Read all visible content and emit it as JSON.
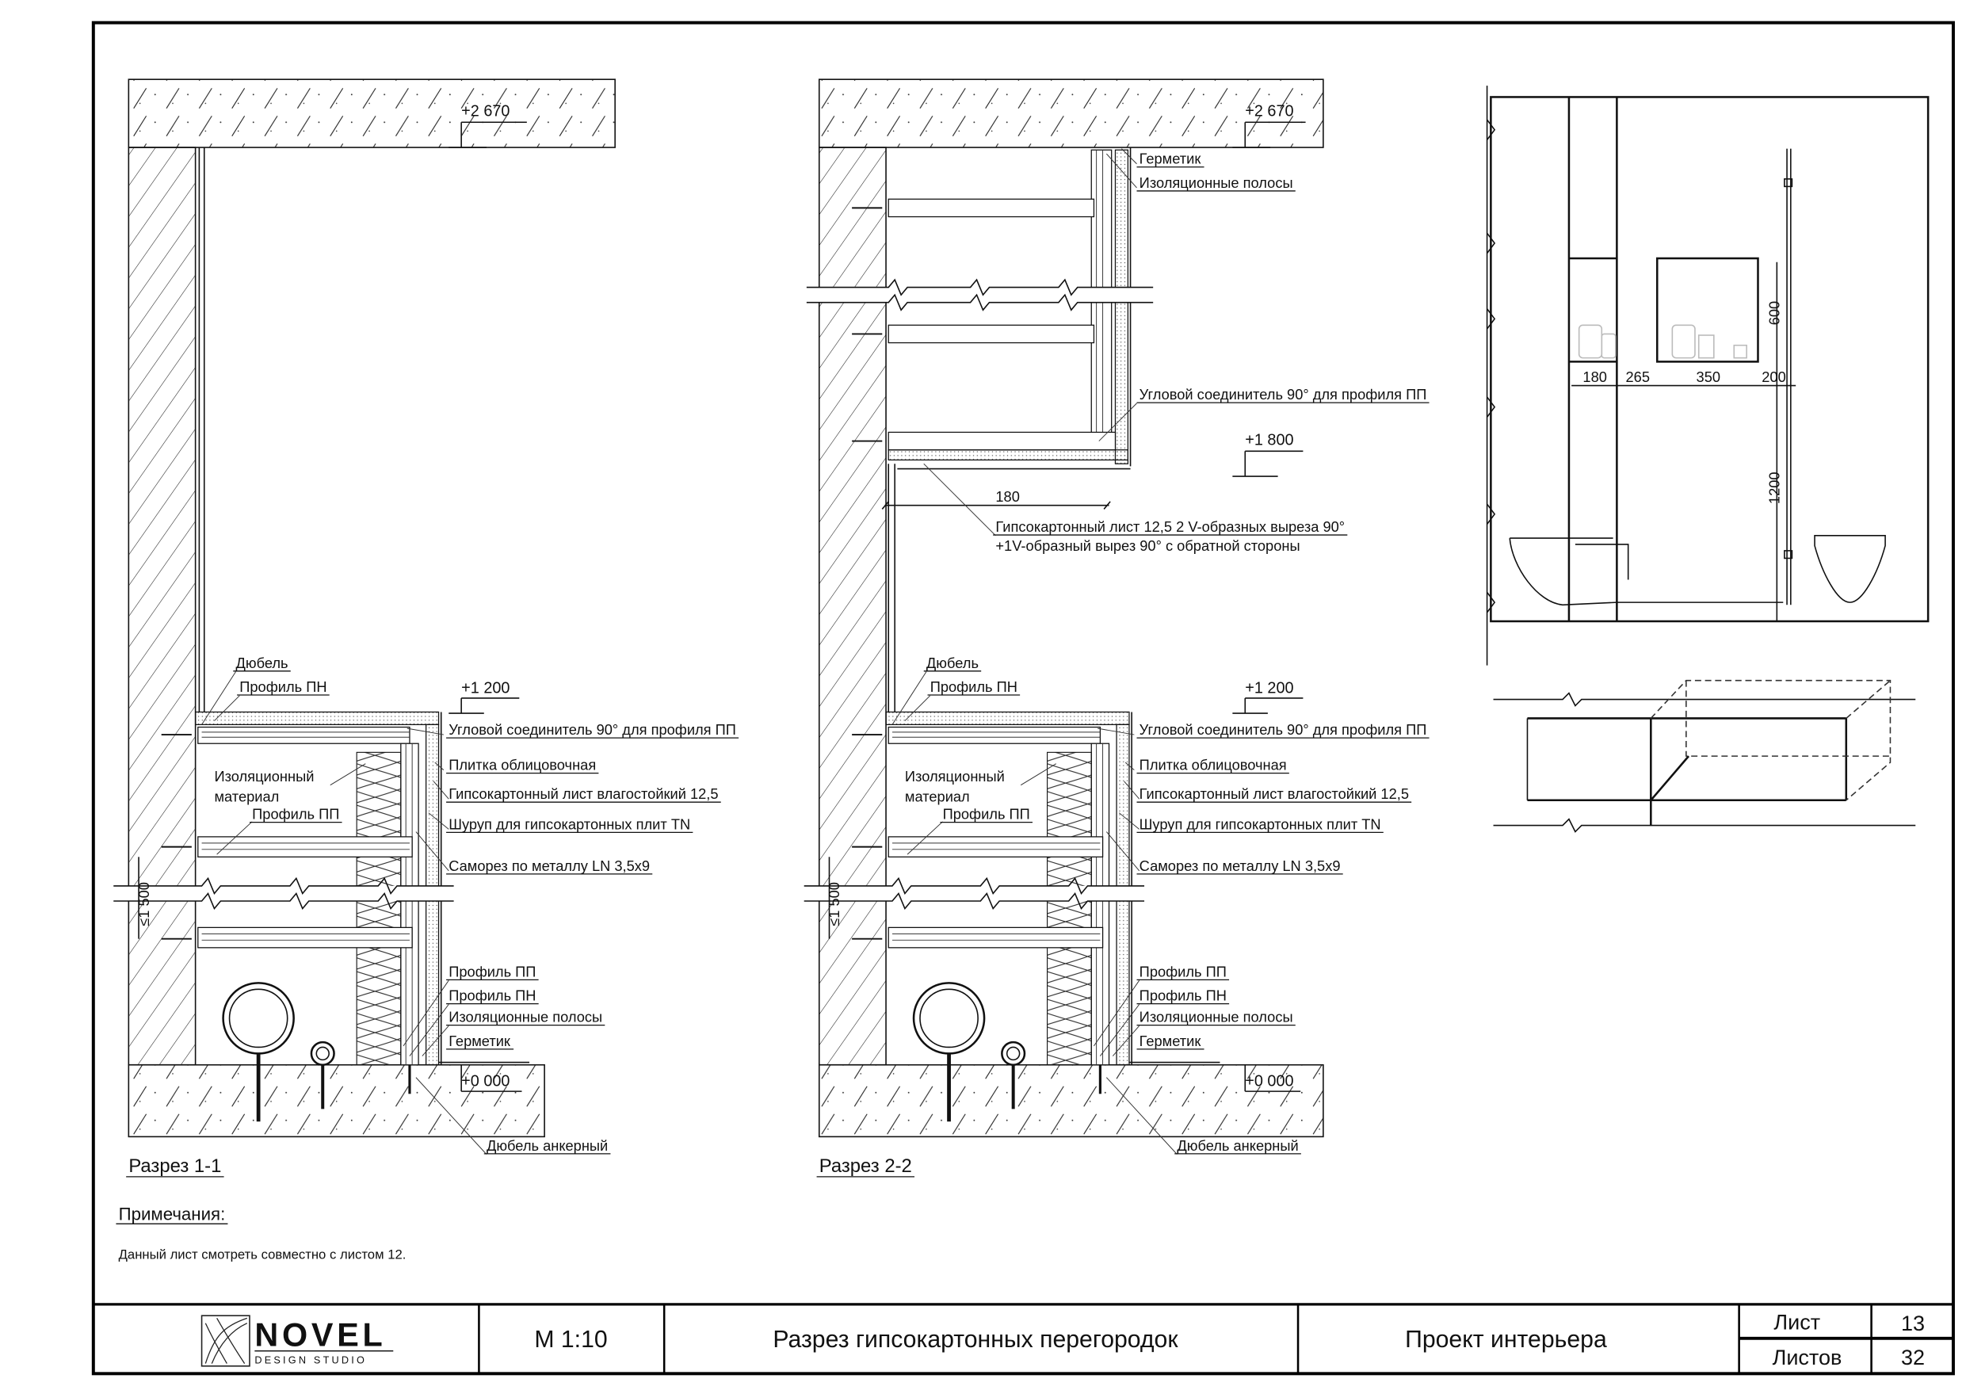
{
  "title_block": {
    "logo_main": "NOVEL",
    "logo_sub": "DESIGN STUDIO",
    "scale": "М 1:10",
    "sheet_title": "Разрез гипсокартонных перегородок",
    "project": "Проект интерьера",
    "sheet_label": "Лист",
    "sheet_number": "13",
    "sheets_label": "Листов",
    "sheets_total": "32"
  },
  "notes": {
    "heading": "Примечания:",
    "text": "Данный лист смотреть совместно с листом 12."
  },
  "section1": {
    "title": "Разрез 1-1",
    "levels": {
      "top": "+2 670",
      "mid": "+1 200",
      "floor": "+0 000"
    },
    "spacing_dim": "≤1 500",
    "labels": {
      "dowel": "Дюбель",
      "profile_pn_top": "Профиль ПН",
      "corner_connector": "Угловой соединитель 90° для профиля ПП",
      "insulation_1": "Изоляционный",
      "insulation_2": "материал",
      "profile_pp_mid": "Профиль ПП",
      "tile": "Плитка облицовочная",
      "gkl_moist": "Гипсокартонный лист влагостойкий 12,5",
      "screw_tn": "Шуруп для гипсокартонных плит TN",
      "screw_ln": "Саморез по металлу LN 3,5x9",
      "profile_pp_low": "Профиль ПП",
      "profile_pn_low": "Профиль ПН",
      "insul_strips": "Изоляционные полосы",
      "sealant": "Герметик",
      "anchor_dowel": "Дюбель анкерный"
    }
  },
  "section2": {
    "title": "Разрез 2-2",
    "levels": {
      "top": "+2 670",
      "upper": "+1 800",
      "mid": "+1 200",
      "floor": "+0 000"
    },
    "spacing_dim": "≤1 500",
    "dim_180": "180",
    "labels": {
      "sealant_top": "Герметик",
      "insul_strips_top": "Изоляционные полосы",
      "corner_connector_top": "Угловой соединитель 90° для профиля ПП",
      "gkl_v_1": "Гипсокартонный лист 12,5 2 V-образных выреза 90°",
      "gkl_v_2": "+1V-образный вырез 90° с обратной стороны",
      "dowel": "Дюбель",
      "profile_pn_top": "Профиль ПН",
      "corner_connector": "Угловой соединитель 90° для профиля ПП",
      "insulation_1": "Изоляционный",
      "insulation_2": "материал",
      "profile_pp_mid": "Профиль ПП",
      "tile": "Плитка облицовочная",
      "gkl_moist": "Гипсокартонный лист влагостойкий 12,5",
      "screw_tn": "Шуруп для гипсокартонных плит TN",
      "screw_ln": "Саморез по металлу LN 3,5x9",
      "profile_pp_low": "Профиль ПП",
      "profile_pn_low": "Профиль ПН",
      "insul_strips": "Изоляционные полосы",
      "sealant": "Герметик",
      "anchor_dowel": "Дюбель анкерный"
    }
  },
  "elevation": {
    "dims_h": [
      "180",
      "265",
      "350",
      "200"
    ],
    "dims_v": [
      "600",
      "1200"
    ]
  }
}
